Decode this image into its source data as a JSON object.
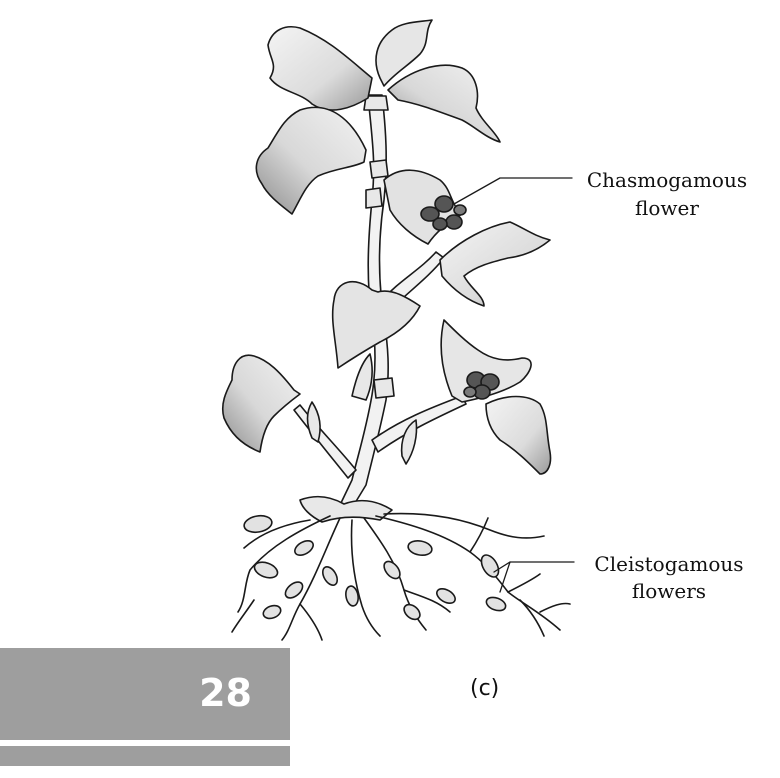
{
  "labels": {
    "chasmogamous_line1": "Chasmogamous",
    "chasmogamous_line2": "flower",
    "cleistogamous_line1": "Cleistogamous",
    "cleistogamous_line2": "flowers"
  },
  "page_number": "28",
  "panel_label": "(c)",
  "colors": {
    "leaf_fill": "#e6e6e6",
    "leaf_shade": "#8c8c8c",
    "stem_fill": "#f2f2f2",
    "outline": "#1a1a1a",
    "flower_fill": "#555555",
    "band": "#9e9e9e"
  }
}
